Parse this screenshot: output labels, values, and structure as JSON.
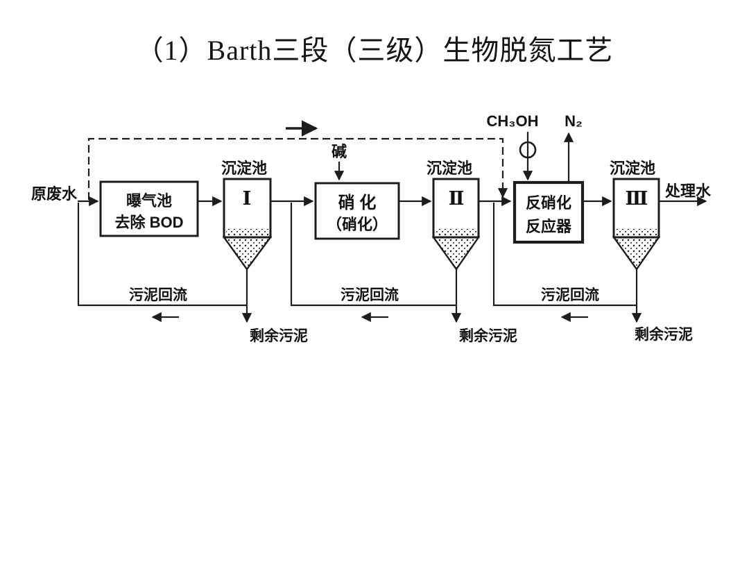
{
  "title": "（1）Barth三段（三级）生物脱氮工艺",
  "diagram": {
    "influent_label": "原废水",
    "effluent_label": "处理水",
    "alkali_label": "碱",
    "methanol_label": "CH₃OH",
    "nitrogen_gas_label": "N₂",
    "aeration_tank": {
      "line1": "曝气池",
      "line2": "去除 BOD"
    },
    "nitrification_tank": {
      "line1": "硝 化",
      "line2": "（硝化）"
    },
    "denitrification_reactor": {
      "line1": "反硝化",
      "line2": "反应器"
    },
    "settlers": [
      {
        "title": "沉淀池",
        "numeral": "Ⅰ"
      },
      {
        "title": "沉淀池",
        "numeral": "Ⅱ"
      },
      {
        "title": "沉淀池",
        "numeral": "Ⅲ"
      }
    ],
    "sludge_return_labels": [
      "污泥回流",
      "污泥回流",
      "污泥回流"
    ],
    "excess_sludge_labels": [
      "剩余污泥",
      "剩余污泥",
      "剩余污泥"
    ]
  }
}
